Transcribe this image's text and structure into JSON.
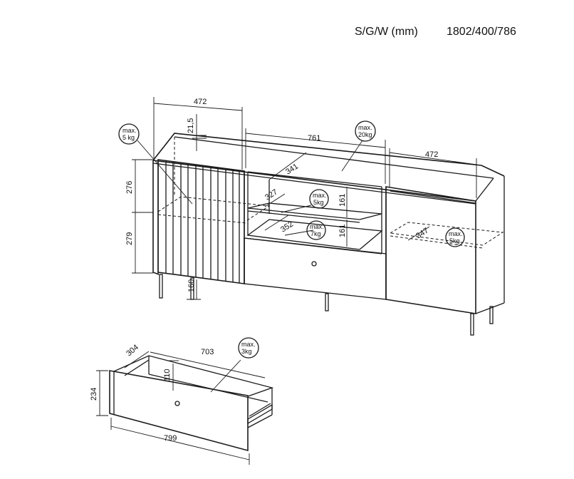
{
  "header": {
    "label": "S/G/W (mm)",
    "dimensions": "1802/400/786"
  },
  "sideboard": {
    "dims": {
      "left_depth": "472",
      "top_thickness": "21,5",
      "upper_height": "276",
      "lower_height": "279",
      "leg_height": "160",
      "middle_width": "761",
      "right_depth": "472",
      "shelf_depth_top": "341",
      "shelf_depth_mid": "327",
      "shelf_depth_low": "352",
      "shelf_gap_upper": "161",
      "shelf_gap_lower": "161",
      "right_shelf_depth": "347"
    },
    "loads": {
      "left_shelf": {
        "line1": "max.",
        "line2": "5 kg"
      },
      "top": {
        "line1": "max.",
        "line2": "20kg"
      },
      "middle_shelf": {
        "line1": "max.",
        "line2": "5kg"
      },
      "middle_bottom": {
        "line1": "max.",
        "line2": "7kg"
      },
      "right_shelf": {
        "line1": "max.",
        "line2": "5kg"
      }
    }
  },
  "drawer": {
    "dims": {
      "depth": "304",
      "width_inner": "703",
      "inner_height": "110",
      "front_height": "234",
      "front_width": "799"
    },
    "load": {
      "line1": "max.",
      "line2": "3kg"
    }
  }
}
